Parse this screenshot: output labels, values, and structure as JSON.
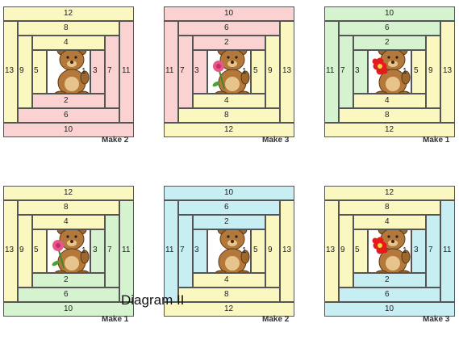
{
  "diagram_label": "Diagram II",
  "colors": {
    "yellow": "#fbf7c0",
    "pink": "#fbd2d2",
    "green": "#d6f3cf",
    "blue": "#c7eef3"
  },
  "blocks": [
    {
      "caption": "Make 2",
      "top_color": "yellow",
      "bottom_color": "pink",
      "left_color": "yellow",
      "right_color": "pink",
      "top_labels": [
        "12",
        "8",
        "4"
      ],
      "left_labels": [
        "13",
        "9",
        "5"
      ],
      "right_labels": [
        "3",
        "7",
        "11"
      ],
      "bottom_labels": [
        "2",
        "6",
        "10"
      ],
      "center_label": "1",
      "flower": "none"
    },
    {
      "caption": "Make 3",
      "top_color": "pink",
      "bottom_color": "yellow",
      "left_color": "pink",
      "right_color": "yellow",
      "top_labels": [
        "10",
        "6",
        "2"
      ],
      "left_labels": [
        "11",
        "7",
        "3"
      ],
      "right_labels": [
        "5",
        "9",
        "13"
      ],
      "bottom_labels": [
        "4",
        "8",
        "12"
      ],
      "center_label": "1",
      "flower": "pink"
    },
    {
      "caption": "Make 1",
      "top_color": "green",
      "bottom_color": "yellow",
      "left_color": "green",
      "right_color": "yellow",
      "top_labels": [
        "10",
        "6",
        "2"
      ],
      "left_labels": [
        "11",
        "7",
        "3"
      ],
      "right_labels": [
        "5",
        "9",
        "13"
      ],
      "bottom_labels": [
        "4",
        "8",
        "12"
      ],
      "center_label": "1",
      "flower": "red"
    },
    {
      "caption": "Make 1",
      "top_color": "yellow",
      "bottom_color": "green",
      "left_color": "yellow",
      "right_color": "green",
      "top_labels": [
        "12",
        "8",
        "4"
      ],
      "left_labels": [
        "13",
        "9",
        "5"
      ],
      "right_labels": [
        "3",
        "7",
        "11"
      ],
      "bottom_labels": [
        "2",
        "6",
        "10"
      ],
      "center_label": "1",
      "flower": "pink"
    },
    {
      "caption": "Make 2",
      "top_color": "blue",
      "bottom_color": "yellow",
      "left_color": "blue",
      "right_color": "yellow",
      "top_labels": [
        "10",
        "6",
        "2"
      ],
      "left_labels": [
        "11",
        "7",
        "3"
      ],
      "right_labels": [
        "5",
        "9",
        "13"
      ],
      "bottom_labels": [
        "4",
        "8",
        "12"
      ],
      "center_label": "1",
      "flower": "none"
    },
    {
      "caption": "Make 3",
      "top_color": "yellow",
      "bottom_color": "blue",
      "left_color": "yellow",
      "right_color": "blue",
      "top_labels": [
        "12",
        "8",
        "4"
      ],
      "left_labels": [
        "13",
        "9",
        "5"
      ],
      "right_labels": [
        "3",
        "7",
        "11"
      ],
      "bottom_labels": [
        "2",
        "6",
        "10"
      ],
      "center_label": "1",
      "flower": "red"
    }
  ]
}
